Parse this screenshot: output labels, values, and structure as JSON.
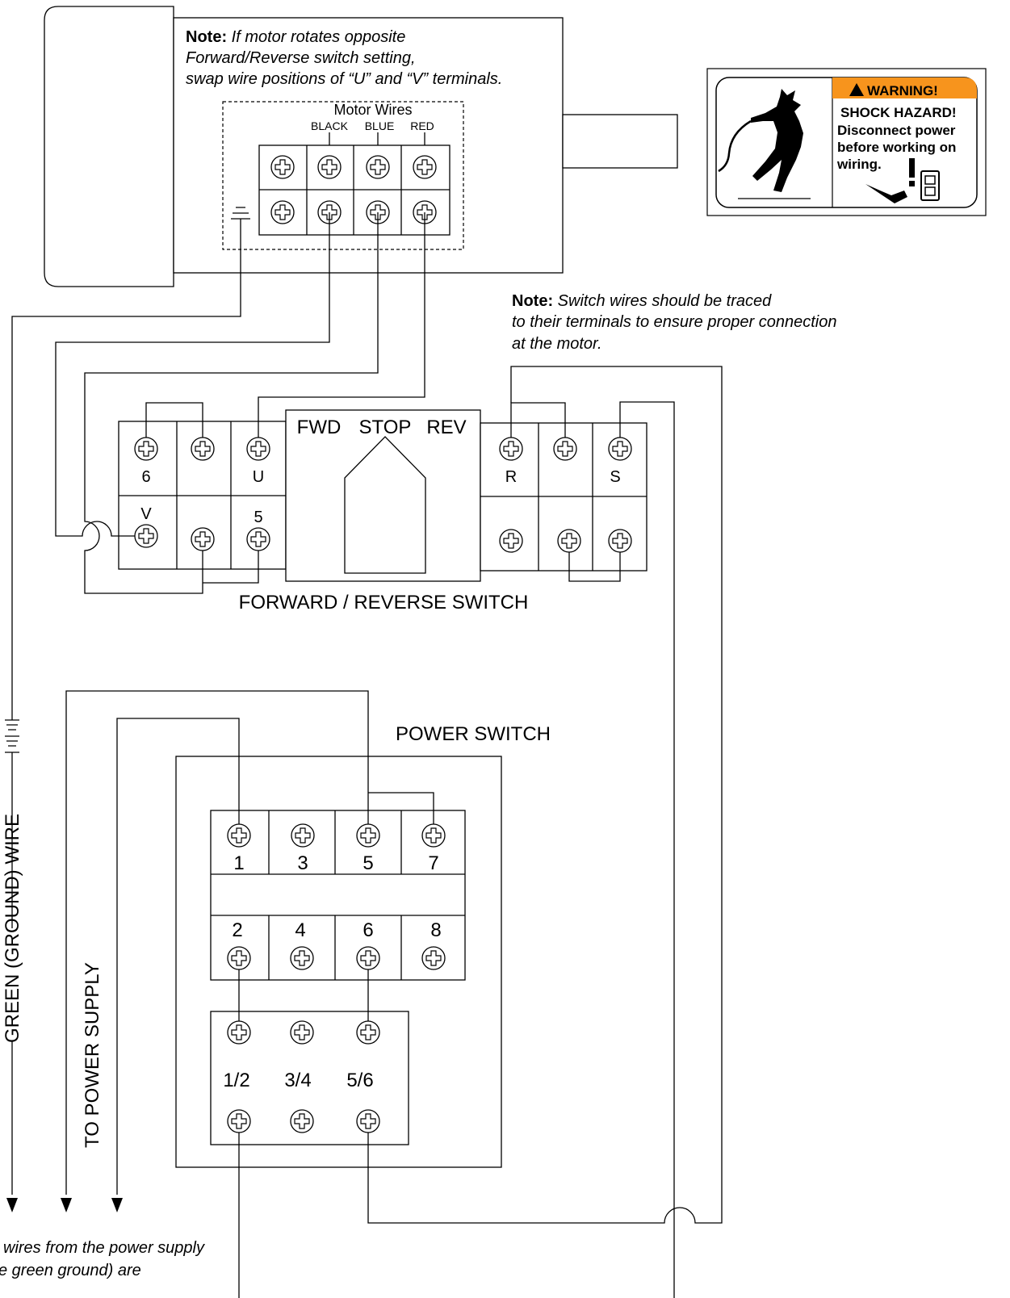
{
  "notes": {
    "motor_note_bold": "Note:",
    "motor_note_lines": [
      "If motor rotates opposite",
      "Forward/Reverse switch setting,",
      "swap wire positions of “U” and “V” terminals."
    ],
    "switch_note_bold": "Note:",
    "switch_note_lines": [
      "Switch wires should be traced",
      "to their terminals to ensure proper connection",
      "at the motor."
    ],
    "bottom_note_lines": [
      "wires from the power supply",
      "e green ground) are"
    ]
  },
  "motor": {
    "title": "Motor Wires",
    "wire_colors": [
      "BLACK",
      "BLUE",
      "RED"
    ]
  },
  "warning": {
    "header": "WARNING!",
    "lines": [
      "SHOCK HAZARD!",
      "Disconnect power",
      "before working on",
      "wiring."
    ],
    "header_color": "#f7941d"
  },
  "fr_switch": {
    "title": "FORWARD / REVERSE SWITCH",
    "modes": [
      "FWD",
      "STOP",
      "REV"
    ],
    "left_labels": {
      "t6": "6",
      "tU": "U",
      "tV": "V",
      "t5": "5"
    },
    "right_labels": {
      "tR": "R",
      "tS": "S"
    }
  },
  "power_switch": {
    "title": "POWER SWITCH",
    "top_labels": [
      "1",
      "3",
      "5",
      "7"
    ],
    "bottom_labels": [
      "2",
      "4",
      "6",
      "8"
    ],
    "lower_labels": [
      "1/2",
      "3/4",
      "5/6"
    ]
  },
  "side_labels": {
    "ground": "GREEN (GROUND) WIRE",
    "supply": "TO POWER SUPPLY"
  }
}
